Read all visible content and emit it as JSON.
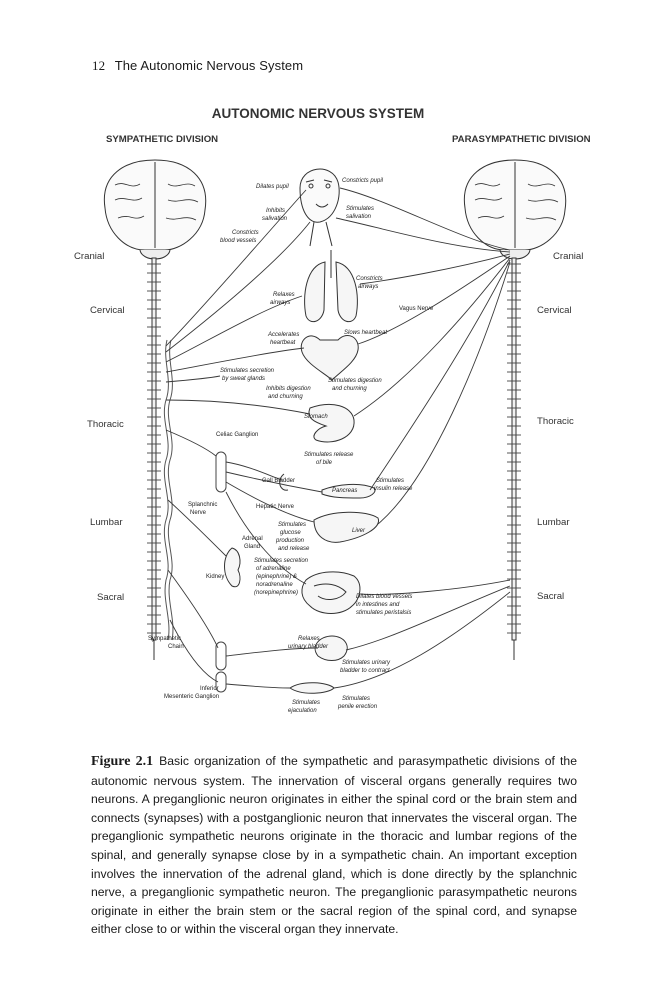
{
  "running_head": {
    "page_number": "12",
    "title": "The Autonomic Nervous System"
  },
  "figure": {
    "title": "AUTONOMIC NERVOUS SYSTEM",
    "left_division": "SYMPATHETIC DIVISION",
    "right_division": "PARASYMPATHETIC DIVISION",
    "regions_left": [
      "Cranial",
      "Cervical",
      "Thoracic",
      "Lumbar",
      "Sacral"
    ],
    "regions_right": [
      "Cranial",
      "Cervical",
      "Thoracic",
      "Lumbar",
      "Sacral"
    ],
    "labels": {
      "dilates_pupil": "Dilates pupil",
      "constricts_pupil": "Constricts pupil",
      "inhibits_salivation_1": "Inhibits",
      "inhibits_salivation_2": "salivation",
      "stimulates_salivation_1": "Stimulates",
      "stimulates_salivation_2": "salivation",
      "constricts_vessels_1": "Constricts",
      "constricts_vessels_2": "blood vessels",
      "constricts_airways_1": "Constricts",
      "constricts_airways_2": "airways",
      "relaxes_airways_1": "Relaxes",
      "relaxes_airways_2": "airways",
      "vagus_nerve": "Vagus Nerve",
      "accelerates_heartbeat_1": "Accelerates",
      "accelerates_heartbeat_2": "heartbeat",
      "slows_heartbeat": "Slows heartbeat",
      "sweat_1": "Stimulates secretion",
      "sweat_2": "by sweat glands",
      "inhibits_digestion_1": "Inhibits digestion",
      "inhibits_digestion_2": "and churning",
      "stimulates_digestion_1": "Stimulates digestion",
      "stimulates_digestion_2": "and churning",
      "stomach": "Stomach",
      "celiac_ganglion": "Celiac Ganglion",
      "bile_1": "Stimulates release",
      "bile_2": "of bile",
      "gall_bladder": "Gall Bladder",
      "pancreas": "Pancreas",
      "insulin_1": "Stimulates",
      "insulin_2": "insulin release",
      "splanchnic_1": "Splanchnic",
      "splanchnic_2": "Nerve",
      "hepatic_nerve": "Hepatic Nerve",
      "glucose_1": "Stimulates",
      "glucose_2": "glucose",
      "glucose_3": "production",
      "glucose_4": "and release",
      "liver": "Liver",
      "adrenal_1": "Adrenal",
      "adrenal_2": "Gland",
      "adrenaline_1": "Stimulates secretion",
      "adrenaline_2": "of adrenaline",
      "adrenaline_3": "(epinephrine) &",
      "adrenaline_4": "noradrenaline",
      "adrenaline_5": "(norepinephrine)",
      "kidney": "Kidney",
      "dilates_vessels_1": "Dilates blood vessels",
      "dilates_vessels_2": "in intestines and",
      "dilates_vessels_3": "stimulates peristalsis",
      "sympathetic_chain_1": "Sympathetic",
      "sympathetic_chain_2": "Chain",
      "relaxes_bladder_1": "Relaxes",
      "relaxes_bladder_2": "urinary bladder",
      "contract_bladder_1": "Stimulates urinary",
      "contract_bladder_2": "bladder to contract",
      "inferior_1": "Inferior",
      "inferior_2": "Mesenteric Ganglion",
      "ejaculation_1": "Stimulates",
      "ejaculation_2": "ejaculation",
      "erection_1": "Stimulates",
      "erection_2": "penile erection"
    }
  },
  "caption": {
    "label": "Figure 2.1",
    "text": "Basic organization of the sympathetic and parasympathetic divisions of the autonomic nervous system. The innervation of visceral organs generally requires two neurons. A preganglionic neuron originates in either the spinal cord or the brain stem and connects (synapses) with a postganglionic neuron that innervates the visceral organ. The preganglionic sympathetic neurons originate in the thoracic and lumbar regions of the spinal, and generally synapse close by in a sympathetic chain. An important exception involves the innervation of the adrenal gland, which is done directly by the splanchnic nerve, a preganglionic sympathetic neuron. The preganglionic parasympathetic neurons originate in either the brain stem or the sacral region of the spinal cord, and synapse either close to or within the visceral organ they innervate."
  }
}
